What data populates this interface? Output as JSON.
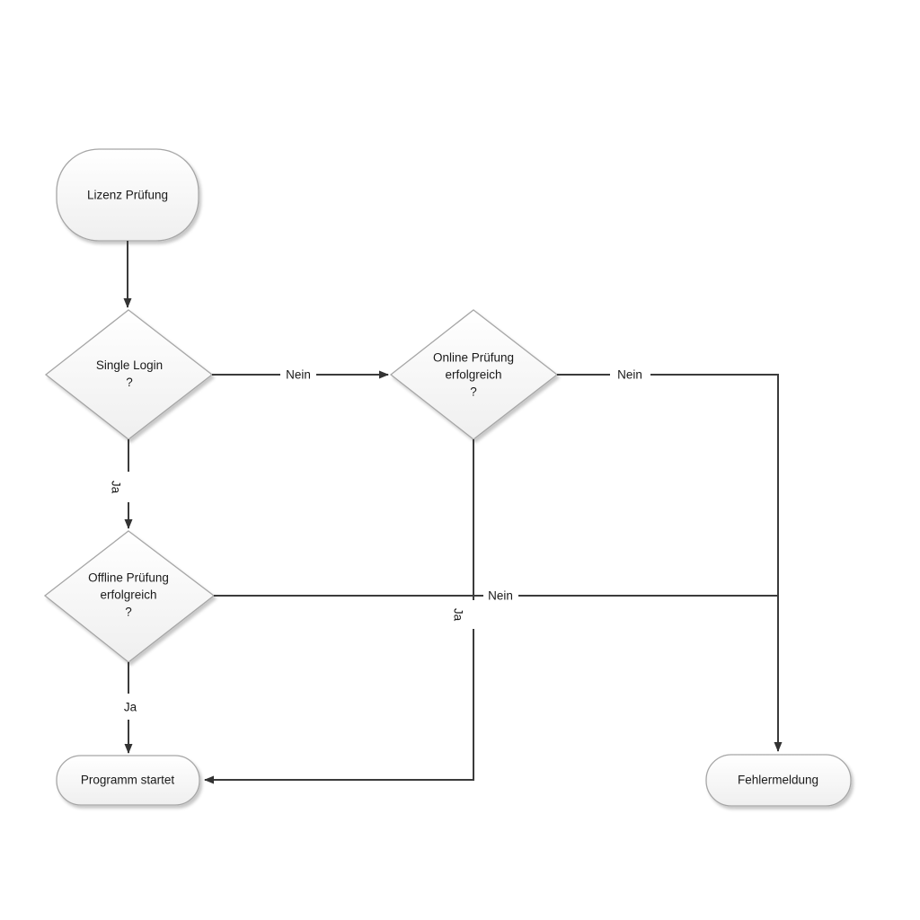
{
  "diagram": {
    "nodes": {
      "start": {
        "label": "Lizenz Prüfung"
      },
      "single_login": {
        "label": "Single Login\n?"
      },
      "online_check": {
        "label": "Online Prüfung\nerfolgreich\n?"
      },
      "offline_check": {
        "label": "Offline Prüfung\nerfolgreich\n?"
      },
      "program_start": {
        "label": "Programm startet"
      },
      "error_message": {
        "label": "Fehlermeldung"
      }
    },
    "edge_labels": {
      "single_to_online": "Nein",
      "single_to_offline": "Ja",
      "online_to_error": "Nein",
      "online_to_program": "Ja",
      "offline_to_error": "Nein",
      "offline_to_program": "Ja"
    },
    "colors": {
      "background": "#ffffff",
      "line": "#3b3b3b",
      "arrowhead": "#333333",
      "node_border": "#a6a6a6",
      "node_fill_top": "#ffffff",
      "node_fill_bottom": "#efefef",
      "text": "#1a1a1a"
    }
  }
}
